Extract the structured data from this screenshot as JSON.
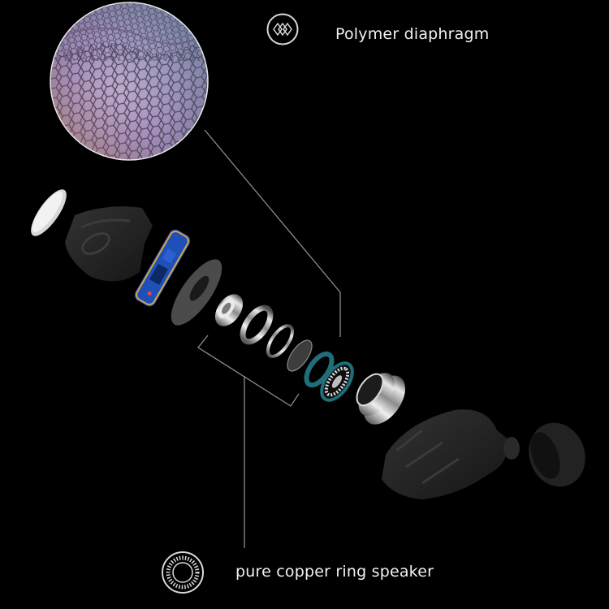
{
  "callouts": [
    {
      "id": "polymer",
      "label": "Polymer diaphragm",
      "icon": "diamond-lattice-icon"
    },
    {
      "id": "copper",
      "label": "pure copper ring speaker",
      "icon": "speaker-coil-icon"
    }
  ],
  "colors": {
    "background": "#000000",
    "text": "#f2f2f2",
    "leader_line": "#8a8a8a",
    "pcb_blue": "#1f4fb8",
    "pcb_gold": "#d9a441",
    "teal_ring": "#1f6f7a",
    "shell": "#262626",
    "metal": "#c8c8c8"
  }
}
